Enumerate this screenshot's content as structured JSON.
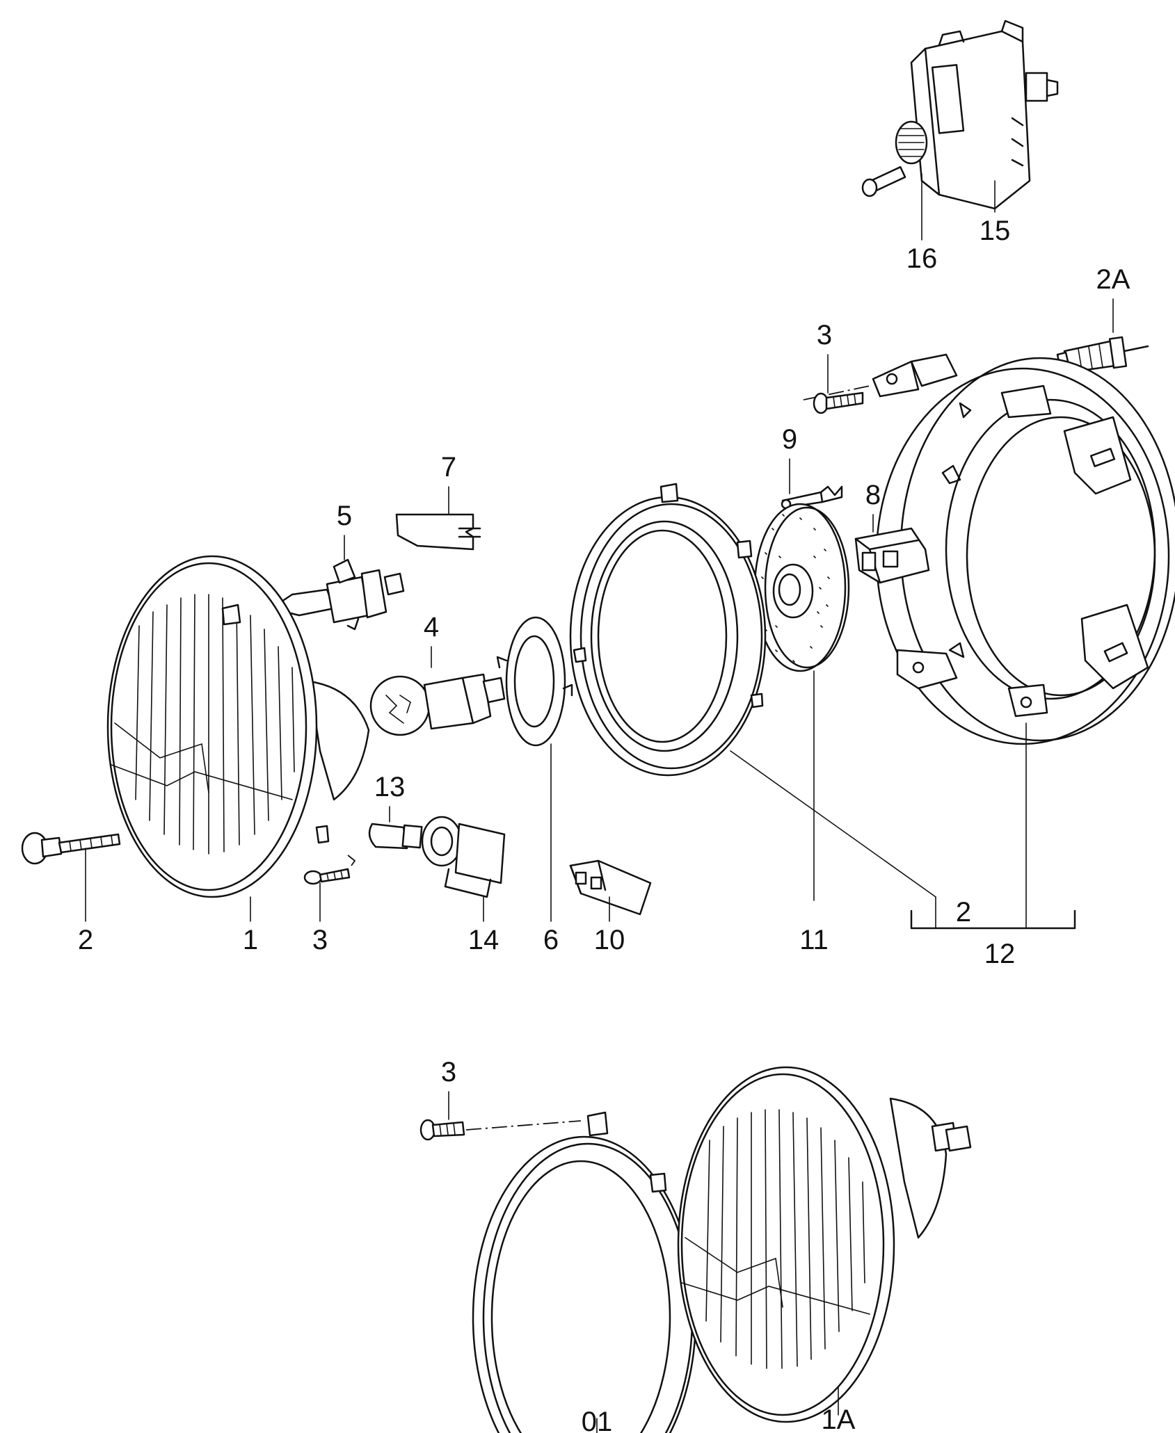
{
  "callouts": {
    "c16": "16",
    "c15": "15",
    "c2A": "2A",
    "c3_top": "3",
    "c9": "9",
    "c8": "8",
    "c7": "7",
    "c5": "5",
    "c4": "4",
    "c13": "13",
    "c2_left": "2",
    "c1": "1",
    "c3_mid": "3",
    "c14": "14",
    "c6": "6",
    "c10": "10",
    "c11": "11",
    "c2_right": "2",
    "c12": "12",
    "c3_bottom": "3",
    "c1A": "1A",
    "c01": "01"
  }
}
